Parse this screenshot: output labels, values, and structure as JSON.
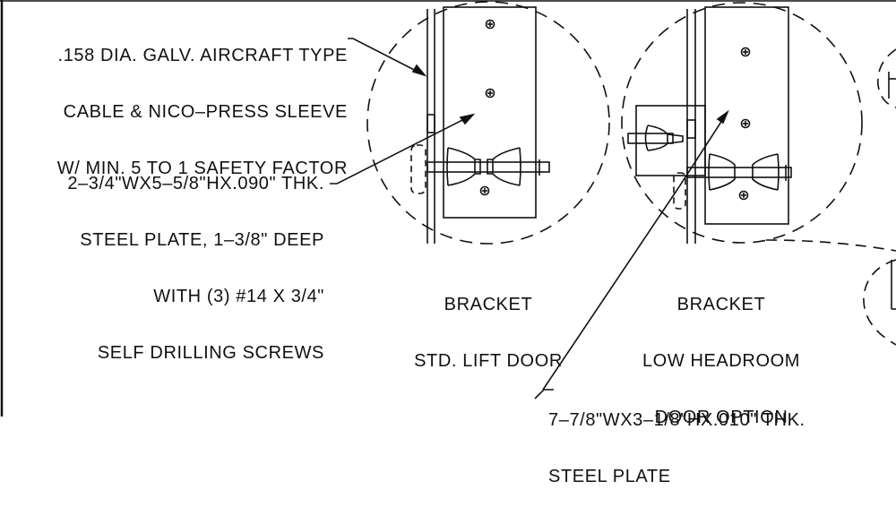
{
  "notes": {
    "cable": {
      "lines": [
        ".158 DIA. GALV. AIRCRAFT TYPE",
        "CABLE & NICO–PRESS SLEEVE",
        "W/ MIN. 5 TO 1 SAFETY FACTOR"
      ]
    },
    "plate_std": {
      "lines": [
        "2–3/4\"WX5–5/8\"HX.090\" THK.",
        "STEEL PLATE, 1–3/8\" DEEP",
        "WITH (3) #14 X 3/4\"",
        "SELF DRILLING SCREWS"
      ]
    },
    "plate_low": {
      "lines": [
        "7–7/8\"WX3–1/8\"HX.010\" THK.",
        "STEEL PLATE"
      ]
    }
  },
  "details": {
    "std": {
      "lines": [
        "BRACKET",
        "STD. LIFT DOOR"
      ]
    },
    "low": {
      "lines": [
        "BRACKET",
        "LOW HEADROOM",
        "DOOR OPTION"
      ]
    }
  },
  "colors": {
    "ink": "#111111",
    "paper": "#ffffff"
  }
}
